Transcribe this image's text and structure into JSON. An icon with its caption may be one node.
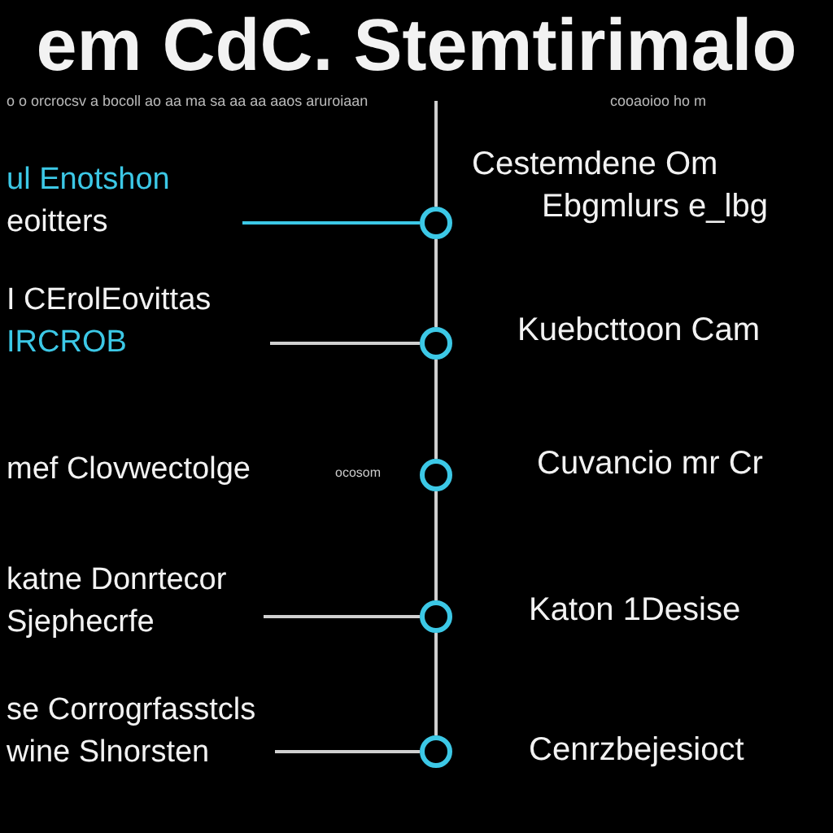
{
  "diagram": {
    "title": "em CdC. Stemtirimalo",
    "nodes": [
      {
        "text": [
          "ul Enotshon",
          "eoitters"
        ]
      },
      {
        "text": [],
        "shape": "circle"
      },
      {
        "text": [
          "I CErolEovittas",
          "IRCROB"
        ]
      },
      {
        "text": [],
        "shape": "circle"
      },
      {
        "text": [
          "mef Clovwectolge"
        ]
      },
      {
        "text": [],
        "shape": "circle"
      },
      {
        "text": [
          "katne Donrtecor",
          "Sjephecrfe"
        ]
      },
      {
        "text": [],
        "shape": "circle"
      },
      {
        "text": [
          "se Corrogrfasstcls",
          "wine Slnorsten"
        ]
      },
      {
        "text": [],
        "shape": "circle"
      }
    ],
    "edges": [
      {
        "from": null,
        "to": 1,
        "arrow": "none"
      },
      {
        "from": 0,
        "to": 1,
        "arrow": "none",
        "color": "#3cc8e6"
      },
      {
        "from": 1,
        "to": 3,
        "arrow": "none"
      },
      {
        "from": 2,
        "to": 3,
        "arrow": "none"
      },
      {
        "from": 3,
        "to": 5,
        "arrow": "none"
      },
      {
        "from": 5,
        "to": 7,
        "arrow": "none"
      },
      {
        "from": 6,
        "to": 7,
        "arrow": "none"
      },
      {
        "from": 7,
        "to": 9,
        "arrow": "none"
      },
      {
        "from": 8,
        "to": 9,
        "arrow": "none"
      }
    ],
    "labels": [
      "o o orcrocsv a bocoll ao aa ma sa aa aa aaos aruroiaan",
      "cooaoioo ho m",
      "Cestemdene Om",
      "Ebgmlurs e_lbg",
      "Kuebcttoon Cam",
      "ocosom",
      "Cuvancio mr Cr",
      "Katon 1Desise",
      "Cenrzbejesioct"
    ]
  }
}
